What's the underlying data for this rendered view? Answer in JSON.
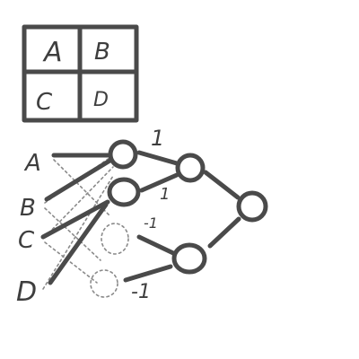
{
  "grid": {
    "cells": [
      "A",
      "B",
      "C",
      "D"
    ]
  },
  "inputs": [
    "A",
    "B",
    "C",
    "D"
  ],
  "weights": {
    "top_right": "1",
    "top_lower": "1",
    "bottom_upper": "-1",
    "bottom_lower": "-1"
  },
  "colors": {
    "ink": "#4a4a4a",
    "dashed": "#8a8a8a",
    "background": "#ffffff"
  }
}
